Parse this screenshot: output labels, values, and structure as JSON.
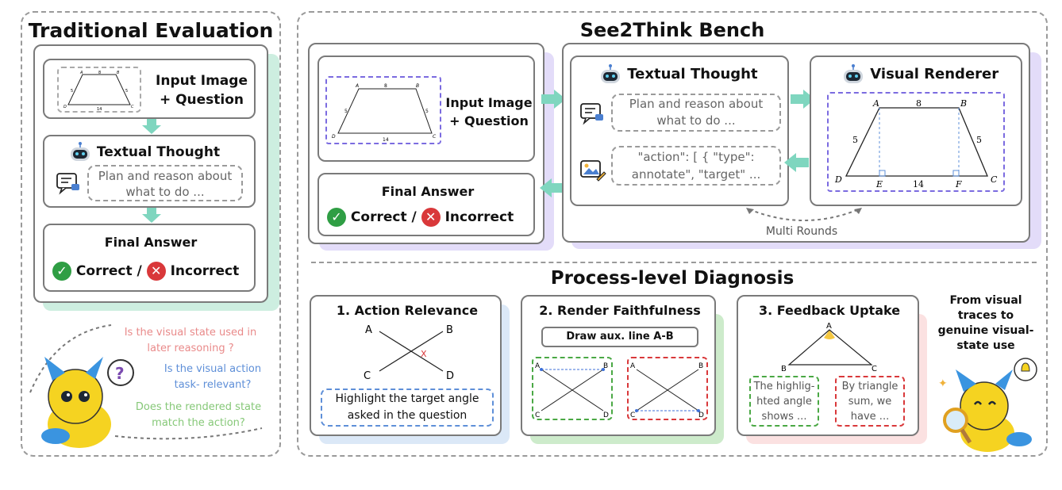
{
  "left": {
    "title": "Traditional Evaluation",
    "input_label_1": "Input Image",
    "input_label_2": "+ Question",
    "thought_title": "Textual Thought",
    "thought_text_1": "Plan and reason about",
    "thought_text_2": "what to do ...",
    "final_title": "Final Answer",
    "correct": "Correct /",
    "incorrect": "Incorrect",
    "q1": "Is the visual state used in",
    "q1b": "later reasoning ?",
    "q2": "Is the visual action",
    "q2b": "task- relevant?",
    "q3": "Does the rendered state",
    "q3b": "match the action?",
    "colors": {
      "q1": "#e98a8a",
      "q2": "#5e8fd8",
      "q3": "#86c878"
    }
  },
  "trapezoid": {
    "A": "A",
    "B": "B",
    "C": "C",
    "D": "D",
    "E": "E",
    "F": "F",
    "top": "8",
    "side_left": "5",
    "side_right": "5",
    "bottom": "14"
  },
  "bench": {
    "title": "See2Think Bench",
    "input_label_1": "Input Image",
    "input_label_2": "+ Question",
    "final_title": "Final Answer",
    "correct": "Correct /",
    "incorrect": "Incorrect",
    "thought_title": "Textual Thought",
    "plan_1": "Plan and reason about",
    "plan_2": "what to do ...",
    "action_1": "\"action\": [ { \"type\":",
    "action_2": "annotate\", \"target\"  ...",
    "renderer_title": "Visual Renderer",
    "multi_rounds": "Multi Rounds"
  },
  "diagnosis": {
    "title": "Process-level Diagnosis",
    "relevance_title": "1. Action Relevance",
    "relevance_box_1": "Highlight the target angle",
    "relevance_box_2": "asked in the question",
    "render_title": "2. Render Faithfulness",
    "render_instruction": "Draw aux. line A-B",
    "feedback_title": "3. Feedback Uptake",
    "fb_left_1": "The highlig-",
    "fb_left_2": "hted angle",
    "fb_left_3": "shows ...",
    "fb_right_1": "By triangle",
    "fb_right_2": "sum, we",
    "fb_right_3": "have ...",
    "side_1": "From visual",
    "side_2": "traces to",
    "side_3": "genuine visual-",
    "side_4": "state use",
    "labels": {
      "A": "A",
      "B": "B",
      "C": "C",
      "D": "D",
      "X": "X"
    }
  }
}
